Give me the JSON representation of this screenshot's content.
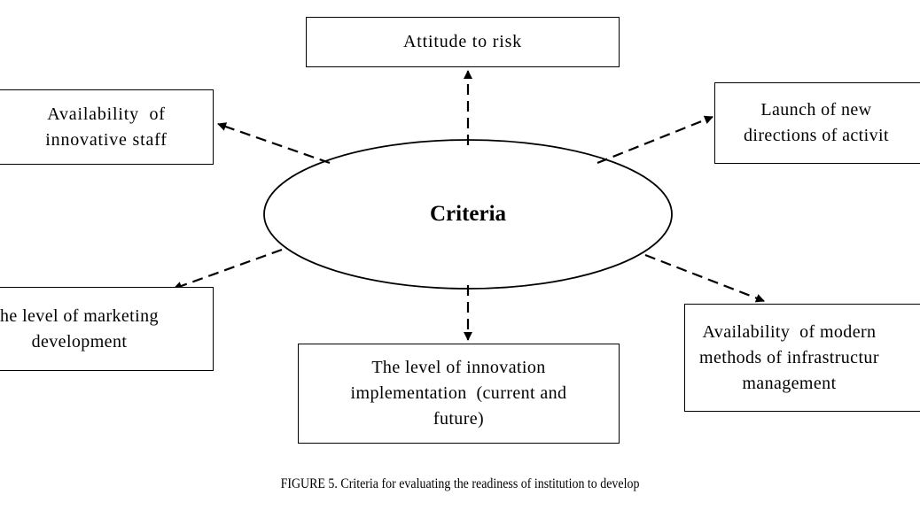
{
  "center": {
    "label": "Criteria"
  },
  "boxes": {
    "attitude": {
      "text": "Attitude to risk"
    },
    "staff": {
      "text": "Availability  of\ninnovative staff"
    },
    "launch": {
      "text": "Launch of new\ndirections of activit"
    },
    "marketing": {
      "text": "he level of marketing\ndevelopment"
    },
    "innovation": {
      "text": "The level of innovation\nimplementation  (current and\nfuture)"
    },
    "modern": {
      "text": "Availability  of modern\nmethods of infrastructur\nmanagement"
    }
  },
  "caption": {
    "text": "FIGURE 5. Criteria for evaluating the readiness of institution to develop"
  },
  "style": {
    "line_color": "#000000",
    "background": "#ffffff"
  }
}
